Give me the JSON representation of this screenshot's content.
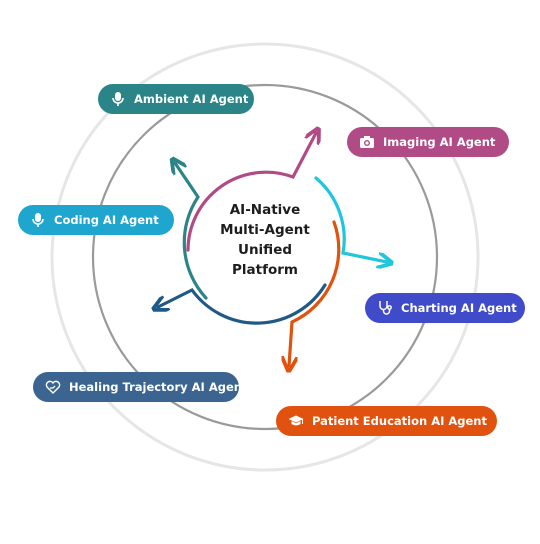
{
  "center": {
    "lines": [
      "AI-Native",
      "Multi-Agent",
      "Unified",
      "Platform"
    ]
  },
  "agents": [
    {
      "label": "Ambient AI Agent",
      "icon": "microphone-icon",
      "color": "#2b8487"
    },
    {
      "label": "Imaging AI Agent",
      "icon": "camera-icon",
      "color": "#b14b86"
    },
    {
      "label": "Coding AI Agent",
      "icon": "microphone-icon",
      "color": "#1fa6cf"
    },
    {
      "label": "Charting AI Agent",
      "icon": "stethoscope-icon",
      "color": "#3f4bc8"
    },
    {
      "label": "Healing Trajectory AI Agent",
      "icon": "heart-hand-icon",
      "color": "#3b6491"
    },
    {
      "label": "Patient Education AI Agent",
      "icon": "graduation-cap-icon",
      "color": "#e2520f"
    }
  ],
  "arrow_colors": {
    "teal": "#2b8487",
    "magenta": "#b14b86",
    "cyan": "#1fc6dc",
    "orange": "#e2520f",
    "navy": "#1e5a85"
  },
  "ring_colors": {
    "outer": "#e6e6e6",
    "inner": "#9a9a9a"
  }
}
